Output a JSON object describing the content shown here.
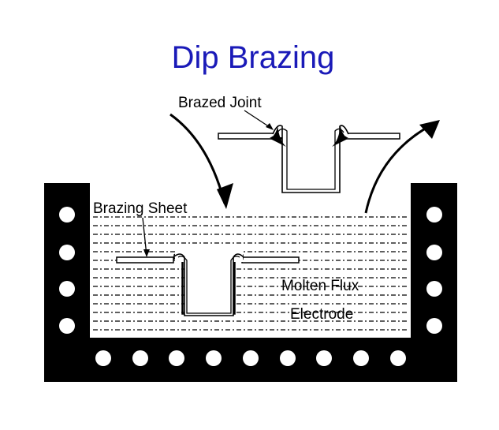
{
  "title": "Dip Brazing",
  "labels": {
    "brazed_joint": "Brazed Joint",
    "brazing_sheet": "Brazing Sheet",
    "molten_flux": "Molten Flux",
    "electrode": "Electrode"
  },
  "colors": {
    "title": "#1a1ab8",
    "tank": "#000000",
    "background": "#ffffff"
  }
}
